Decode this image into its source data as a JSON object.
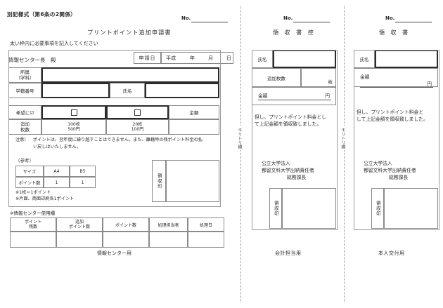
{
  "document": {
    "form_code": "別記様式（第6条の2関係）",
    "title": "プリントポイント追加申請書",
    "instruction": "太い枠内に必要事項を記入してください",
    "no_label": "No."
  },
  "application": {
    "addressee": "情報センター長　殿",
    "date_label": "申請日",
    "era": "平成",
    "year_unit": "年",
    "month_unit": "月",
    "day_unit": "日",
    "affiliation_label_line1": "所属",
    "affiliation_label_line2": "（学科）",
    "affiliation_value": "",
    "student_id_label": "学籍番号",
    "student_id_value": "",
    "name_label": "氏名",
    "name_value": ""
  },
  "choice": {
    "check_label": "希望に☑",
    "amount_label": "金額",
    "amount_value": "",
    "row_label_line1": "追加",
    "row_label_line2": "枚数",
    "options": [
      {
        "sheets": "100枚",
        "price": "500円",
        "checked": false
      },
      {
        "sheets": "20枚",
        "price": "100円",
        "checked": false
      }
    ]
  },
  "caution": {
    "label": "注意）",
    "line1": "ポイントは、翌年度に繰り越すことはできません。また、離籍時の残ポイント料金の払",
    "line2": "い戻しはいたしません。"
  },
  "reference": {
    "heading": "（参考）",
    "columns": [
      "サイズ",
      "A4",
      "B5"
    ],
    "row_label": "ポイント数",
    "values": [
      "1",
      "1"
    ],
    "note1": "※1枚＝1ポイント",
    "note2": "※片面、両面印刷各1ポイント"
  },
  "receipt_seal_label": "領収印",
  "center_use": {
    "heading": "※情報センター使用欄",
    "columns": [
      {
        "line1": "ポイント",
        "line2": "残数"
      },
      {
        "line1": "追加",
        "line2": "ポイント数"
      },
      {
        "line1": "ポイント数",
        "line2": ""
      },
      {
        "line1": "処理担当者",
        "line2": ""
      },
      {
        "line1": "処理日",
        "line2": ""
      }
    ],
    "values": [
      "",
      "",
      "",
      "",
      ""
    ],
    "footer": "情報センター用"
  },
  "cut_line_text": "キリトリ線",
  "receipt_stub": {
    "no_label": "No.",
    "title": "領 収 書 控",
    "name_label": "氏名",
    "name_value": "",
    "sheets_label": "追加枚数",
    "sheets_value": "",
    "sheets_unit": "枚",
    "amount_label": "金額",
    "amount_value": "",
    "amount_unit": "円",
    "statement_line1": "但し、プリントポイント料金とし",
    "statement_line2": "て上記金額を領収致しました。",
    "org_line1": "公立大学法人",
    "org_line2": "都留文科大学出納責任者",
    "org_line3": "総務課長",
    "seal_label": "領収印",
    "footer": "会計担当用"
  },
  "receipt": {
    "no_label": "No.",
    "title": "領 収 書",
    "name_label": "氏名",
    "name_value": "",
    "amount_label": "金額",
    "amount_value": "",
    "amount_unit": "円",
    "statement_line1": "但し、プリントポイント料金と",
    "statement_line2": "して上記金額を領収致しました。",
    "org_line1": "公立大学法人",
    "org_line2": "都留文科大学出納責任者",
    "org_line3": "総務課長",
    "seal_label": "領収印",
    "footer": "本人交付用"
  }
}
